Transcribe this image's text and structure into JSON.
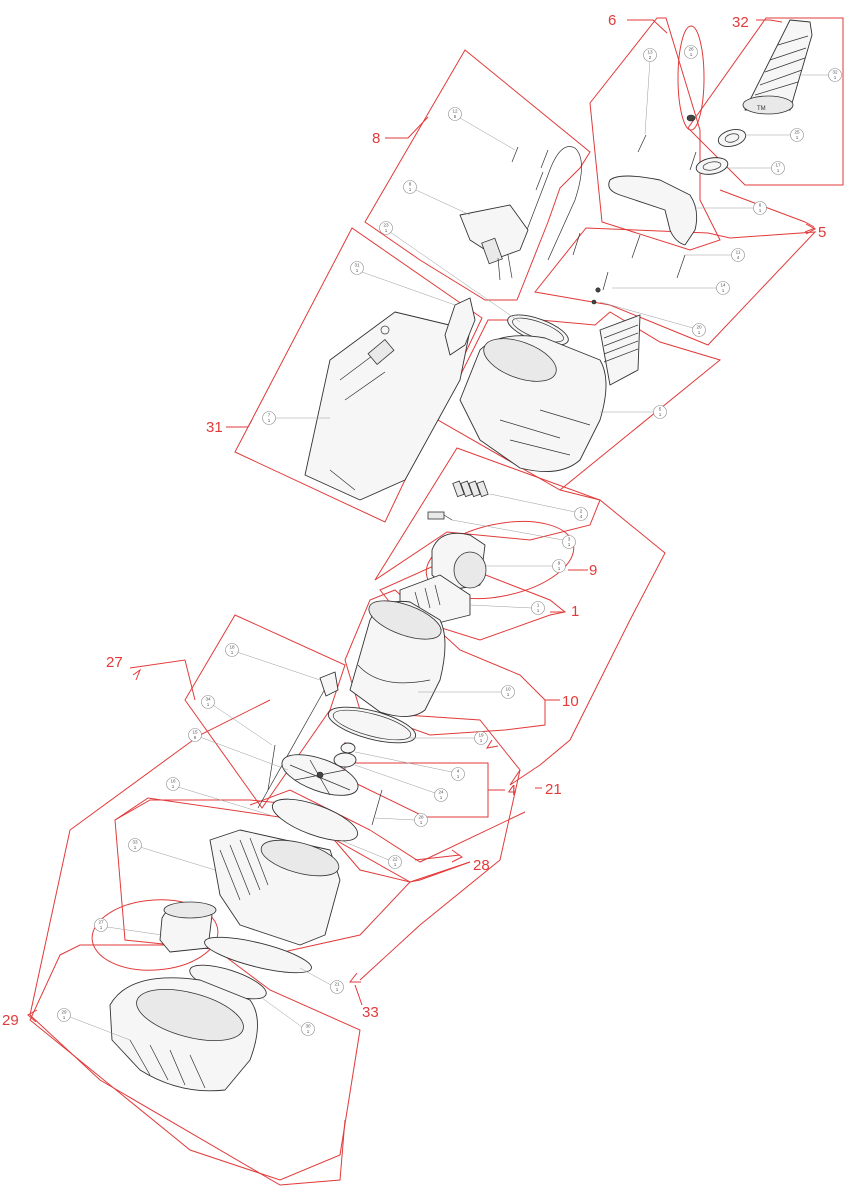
{
  "callouts": {
    "c6": "6",
    "c32": "32",
    "c8": "8",
    "c5": "5",
    "c31": "31",
    "c9": "9",
    "c1": "1",
    "c27": "27",
    "c10": "10",
    "c4": "4",
    "c21": "21",
    "c28": "28",
    "c29": "29",
    "c33": "33"
  },
  "tags": {
    "t13": {
      "n": "13",
      "q": "2"
    },
    "t26": {
      "n": "26",
      "q": "1"
    },
    "t32": {
      "n": "32",
      "q": "1"
    },
    "t25": {
      "n": "25",
      "q": "1"
    },
    "t17": {
      "n": "17",
      "q": "1"
    },
    "t6": {
      "n": "6",
      "q": "1"
    },
    "t12": {
      "n": "12",
      "q": "5"
    },
    "t8": {
      "n": "8",
      "q": "1"
    },
    "t23": {
      "n": "23",
      "q": "1"
    },
    "t11": {
      "n": "11",
      "q": "4"
    },
    "t14": {
      "n": "14",
      "q": "1"
    },
    "t20": {
      "n": "20",
      "q": "1"
    },
    "t31": {
      "n": "31",
      "q": "1"
    },
    "t7": {
      "n": "7",
      "q": "1"
    },
    "t5": {
      "n": "5",
      "q": "1"
    },
    "t2": {
      "n": "2",
      "q": "4"
    },
    "t3": {
      "n": "3",
      "q": "1"
    },
    "t9": {
      "n": "9",
      "q": "1"
    },
    "t1": {
      "n": "1",
      "q": "1"
    },
    "t18": {
      "n": "18",
      "q": "1"
    },
    "t10": {
      "n": "10",
      "q": "1"
    },
    "t34": {
      "n": "34",
      "q": "1"
    },
    "t19": {
      "n": "19",
      "q": "1"
    },
    "t15": {
      "n": "15",
      "q": "6"
    },
    "t4": {
      "n": "4",
      "q": "1"
    },
    "t24": {
      "n": "24",
      "q": "1"
    },
    "t16": {
      "n": "16",
      "q": "1"
    },
    "t28": {
      "n": "28",
      "q": "1"
    },
    "t33": {
      "n": "33",
      "q": "1"
    },
    "t22": {
      "n": "22",
      "q": "1"
    },
    "t27": {
      "n": "27",
      "q": "1"
    },
    "t21": {
      "n": "21",
      "q": "1"
    },
    "t29": {
      "n": "29",
      "q": "1"
    },
    "t30": {
      "n": "30",
      "q": "1"
    }
  },
  "handle_mark": "TM",
  "colors": {
    "callout": "#e23a3a",
    "line": "#333333"
  }
}
